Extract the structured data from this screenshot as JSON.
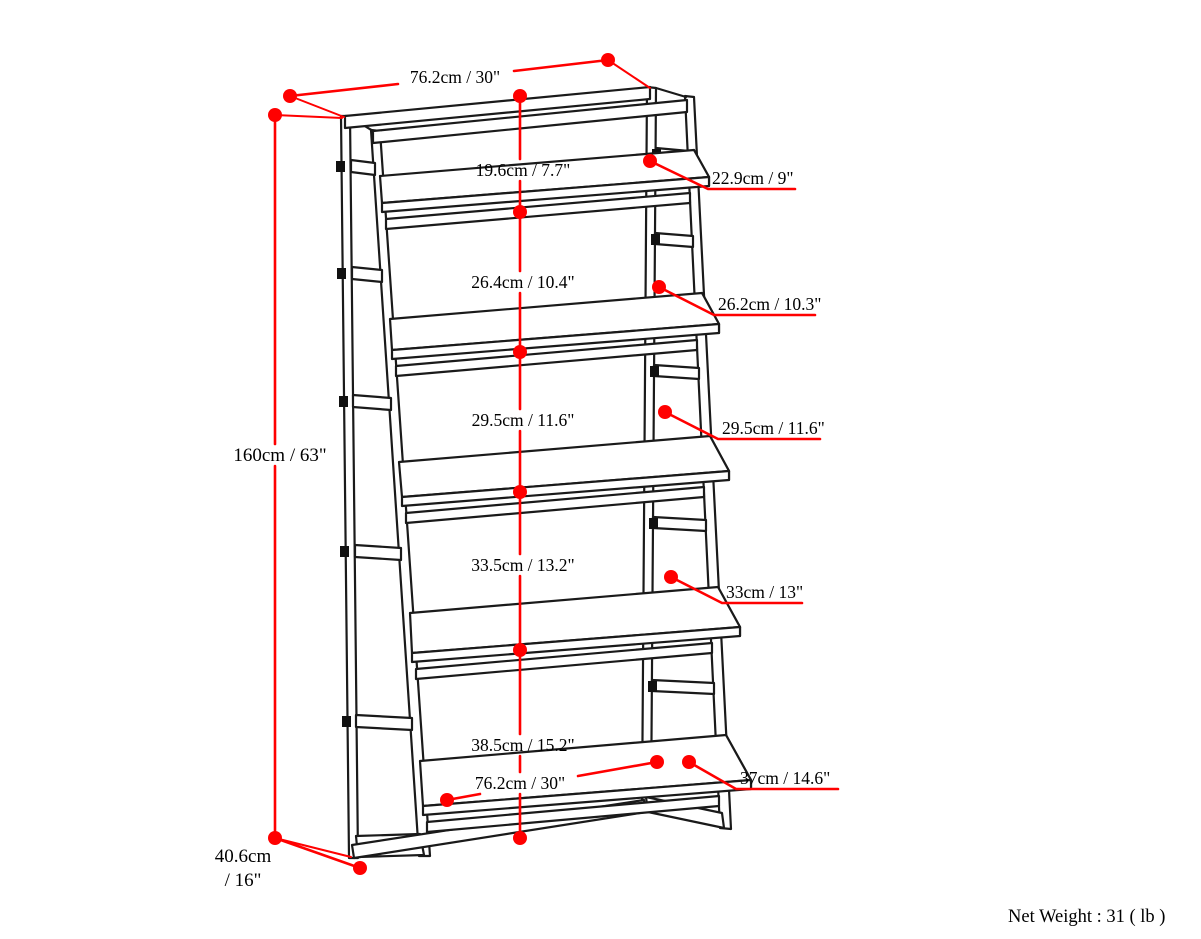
{
  "diagram": {
    "top_width": "76.2cm / 30\"",
    "shelf_gaps": [
      "19.6cm / 7.7\"",
      "26.4cm / 10.4\"",
      "29.5cm / 11.6\"",
      "33.5cm / 13.2\"",
      "38.5cm / 15.2\""
    ],
    "shelf_depths": [
      "22.9cm / 9\"",
      "26.2cm / 10.3\"",
      "29.5cm / 11.6\"",
      "33cm / 13\"",
      "37cm / 14.6\""
    ],
    "bottom_width": "76.2cm / 30\"",
    "height": "160cm / 63\"",
    "base_depth_line1": "40.6cm",
    "base_depth_line2": "/ 16\"",
    "net_weight": "Net Weight : 31 ( lb )"
  },
  "colors": {
    "dimension_red": "#ff0000",
    "line_art_black": "#1a1a1a",
    "background": "#ffffff"
  }
}
